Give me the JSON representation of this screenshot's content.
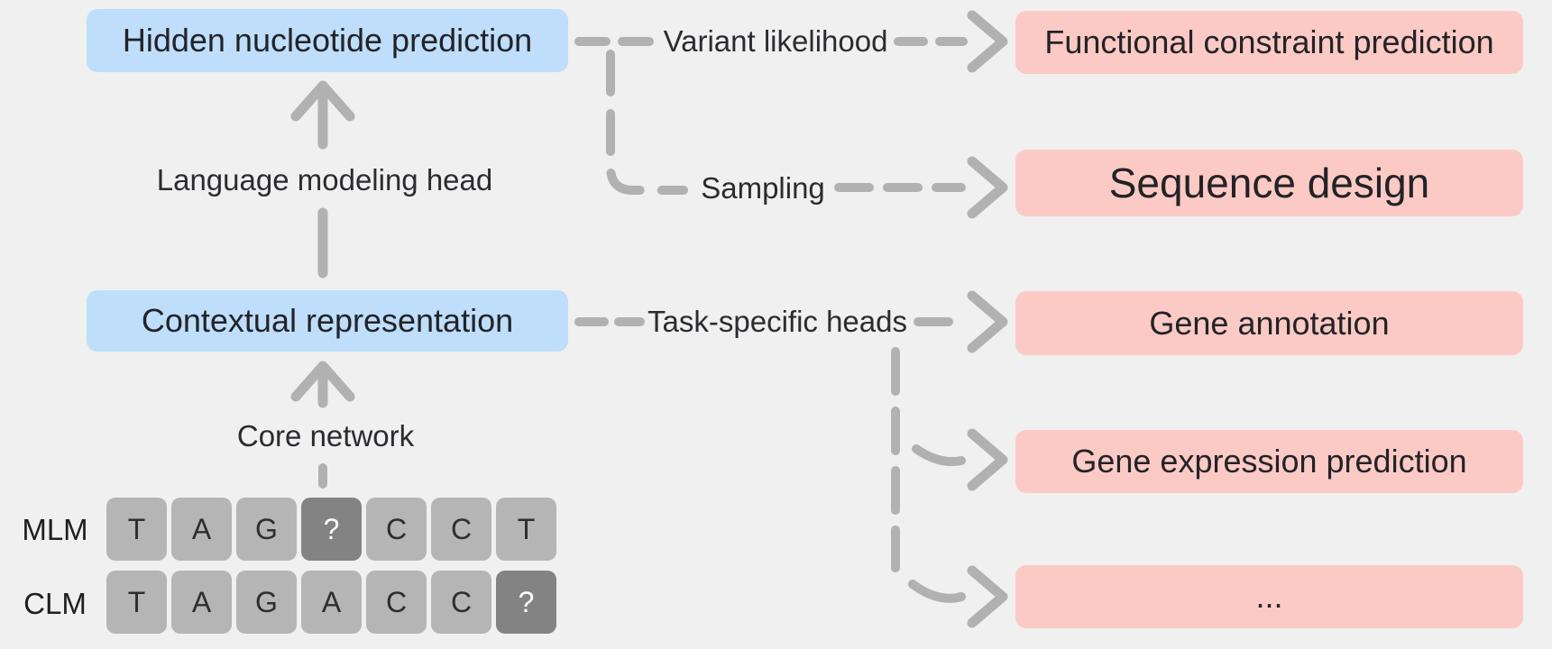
{
  "figure": {
    "description": "Genomic language model diagram: pretraining objectives feed a core network producing contextual representations and hidden nucleotide predictions, which drive downstream applications."
  },
  "colors": {
    "background": "#f0f0f0",
    "blue_node": "#bedefb",
    "pink_node": "#fccac5",
    "connector_gray": "#b1b1b1",
    "tile_gray": "#b5b5b5",
    "tile_masked_gray": "#838383",
    "text_dark": "#232327"
  },
  "nodes": {
    "hidden_nucleotide": {
      "label": "Hidden nucleotide prediction"
    },
    "contextual_representation": {
      "label": "Contextual representation"
    }
  },
  "edges": {
    "language_modeling_head": {
      "label": "Language modeling head"
    },
    "core_network": {
      "label": "Core network"
    },
    "variant_likelihood": {
      "label": "Variant likelihood"
    },
    "sampling": {
      "label": "Sampling"
    },
    "task_specific_heads": {
      "label": "Task-specific heads"
    }
  },
  "applications": [
    {
      "label": "Functional constraint prediction"
    },
    {
      "label": "Sequence design"
    },
    {
      "label": "Gene annotation"
    },
    {
      "label": "Gene expression prediction"
    },
    {
      "label": "..."
    }
  ],
  "sequences": [
    {
      "label": "MLM",
      "tokens": [
        "T",
        "A",
        "G",
        "?",
        "C",
        "C",
        "T"
      ],
      "masked_index": 3
    },
    {
      "label": "CLM",
      "tokens": [
        "T",
        "A",
        "G",
        "A",
        "C",
        "C",
        "?"
      ],
      "masked_index": 6
    }
  ]
}
